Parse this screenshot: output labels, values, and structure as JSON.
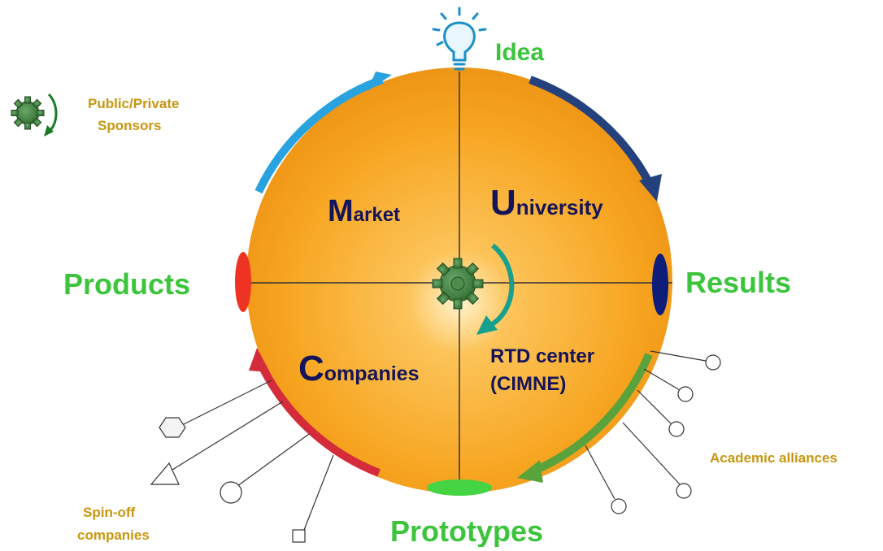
{
  "labels": {
    "idea": "Idea",
    "products": "Products",
    "results": "Results",
    "prototypes": "Prototypes",
    "sponsors_line1": "Public/Private",
    "sponsors_line2": "Sponsors",
    "academic": "Academic alliances",
    "spinoff_line1": "Spin-off",
    "spinoff_line2": "companies"
  },
  "quadrants": {
    "market": {
      "initial": "M",
      "rest": "arket"
    },
    "university": {
      "initial": "U",
      "rest": "niversity"
    },
    "companies": {
      "initial": "C",
      "rest": "ompanies"
    },
    "rtd_line1": "RTD center",
    "rtd_line2": "(CIMNE)"
  },
  "colors": {
    "sphere": "#f7a520",
    "green_text": "#3cc43c",
    "navy_text": "#14145a",
    "gold_text": "#c9960e",
    "arrow_blue": "#29a3e0",
    "arrow_navy": "#24417e",
    "arrow_green": "#5aa33c",
    "arrow_red": "#d42c3a",
    "cog": "#3f7f3f",
    "teal_arrow": "#17a08e",
    "marker_red": "#ee3322",
    "marker_navy": "#0e1d7a",
    "marker_green": "#44d444"
  },
  "icons": [
    "lightbulb-icon",
    "cog-icon",
    "circle-icon",
    "hexagon-icon",
    "triangle-icon",
    "square-icon"
  ]
}
